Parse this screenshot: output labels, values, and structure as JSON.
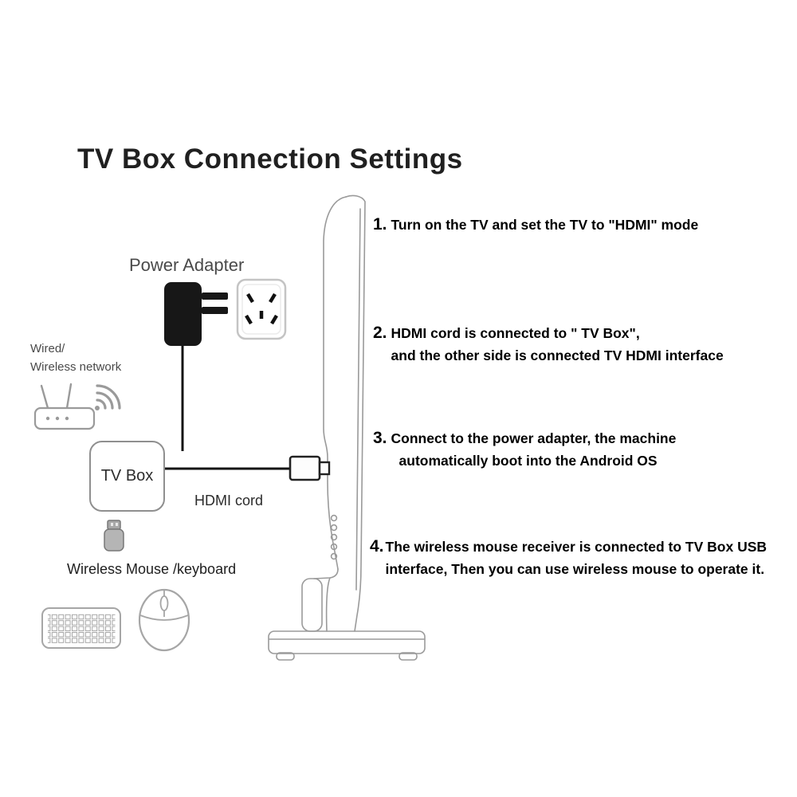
{
  "title": "TV Box Connection Settings",
  "labels": {
    "power_adapter": "Power Adapter",
    "network": [
      "Wired/",
      "Wireless network"
    ],
    "tv_box": "TV Box",
    "hdmi_cord": "HDMI cord",
    "wireless_mouse_keyboard": "Wireless Mouse /keyboard"
  },
  "steps": [
    {
      "num": "1.",
      "lines": [
        "Turn on the TV and set the TV to \"HDMI\" mode"
      ]
    },
    {
      "num": "2.",
      "lines": [
        "HDMI cord is connected to \" TV Box\",",
        "and the other side is connected TV HDMI interface"
      ]
    },
    {
      "num": "3.",
      "lines": [
        "Connect to the power adapter, the machine",
        "automatically boot into the Android OS"
      ]
    },
    {
      "num": "4.",
      "lines": [
        "The wireless mouse receiver is connected to TV Box USB",
        "interface, Then you can use wireless mouse to operate it."
      ]
    }
  ],
  "illustrations": [
    "tv-side-profile",
    "power-adapter",
    "wall-socket",
    "wifi-router",
    "usb-dongle",
    "keyboard",
    "mouse",
    "hdmi-plug",
    "power-cable",
    "hdmi-cable"
  ],
  "colors": {
    "background": "#ffffff",
    "title_text": "#202020",
    "body_text": "#000000",
    "line_art": "#9a9a9a",
    "cable": "#141414",
    "adapter_body": "#171717"
  }
}
